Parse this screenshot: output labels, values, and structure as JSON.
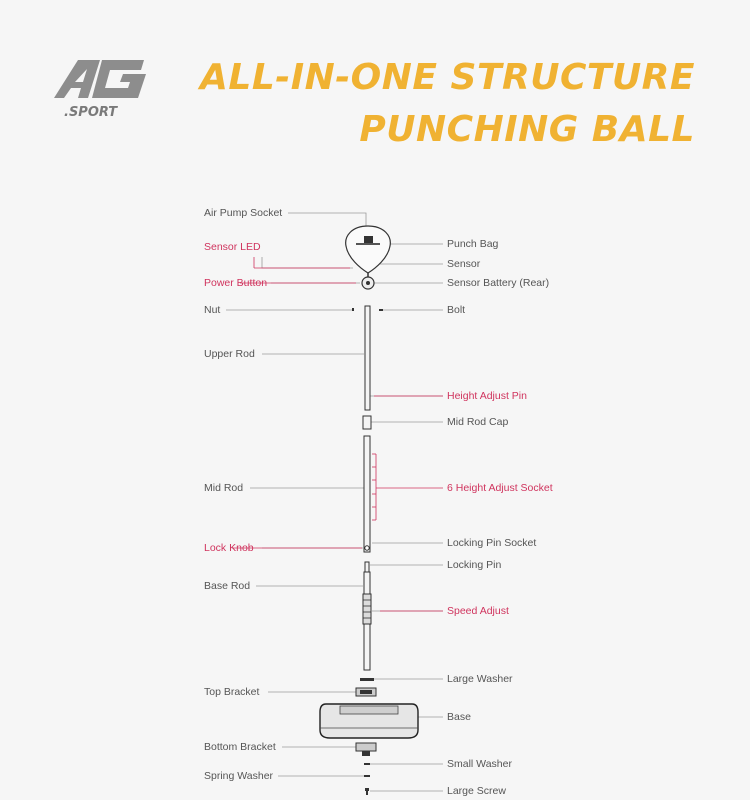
{
  "brand": {
    "logo_letters": "AG",
    "logo_sub": ".SPORT"
  },
  "title": {
    "line1": "ALL-IN-ONE STRUCTURE",
    "line2": "PUNCHING BALL"
  },
  "colors": {
    "accent": "#f0b232",
    "highlight": "#d0345e",
    "text": "#555555",
    "line": "#9a9a9a"
  },
  "labels": {
    "left": [
      {
        "text": "Air Pump Socket",
        "highlight": false
      },
      {
        "text": "Sensor LED",
        "highlight": true
      },
      {
        "text": "Power Button",
        "highlight": true
      },
      {
        "text": "Nut",
        "highlight": false
      },
      {
        "text": "Upper Rod",
        "highlight": false
      },
      {
        "text": "Mid Rod",
        "highlight": false
      },
      {
        "text": "Lock Knob",
        "highlight": true
      },
      {
        "text": "Base Rod",
        "highlight": false
      },
      {
        "text": "Top Bracket",
        "highlight": false
      },
      {
        "text": "Bottom Bracket",
        "highlight": false
      },
      {
        "text": "Spring Washer",
        "highlight": false
      }
    ],
    "right": [
      {
        "text": "Punch Bag",
        "highlight": false
      },
      {
        "text": "Sensor",
        "highlight": false
      },
      {
        "text": "Sensor Battery (Rear)",
        "highlight": false
      },
      {
        "text": "Bolt",
        "highlight": false
      },
      {
        "text": "Height Adjust Pin",
        "highlight": true
      },
      {
        "text": "Mid Rod Cap",
        "highlight": false
      },
      {
        "text": "6 Height Adjust Socket",
        "highlight": true
      },
      {
        "text": "Locking Pin Socket",
        "highlight": false
      },
      {
        "text": "Locking Pin",
        "highlight": false
      },
      {
        "text": "Speed Adjust",
        "highlight": true
      },
      {
        "text": "Large Washer",
        "highlight": false
      },
      {
        "text": "Base",
        "highlight": false
      },
      {
        "text": "Small Washer",
        "highlight": false
      },
      {
        "text": "Large Screw",
        "highlight": false
      }
    ]
  }
}
